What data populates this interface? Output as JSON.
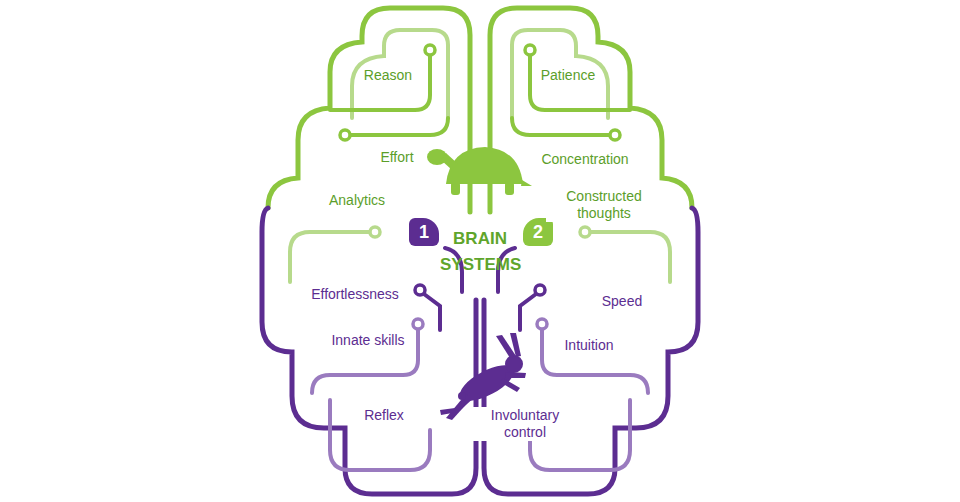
{
  "diagram": {
    "title": "BRAIN SYSTEMS",
    "nodes": [
      {
        "text": [
          "1"
        ]
      },
      {
        "text": [
          "2"
        ]
      }
    ],
    "labels": [
      "Reason",
      "Patience",
      "Effort",
      "Concentration",
      "Analytics",
      "Constructed thoughts",
      "Effortlessness",
      "Speed",
      "Innate skills",
      "Intuition",
      "Reflex",
      "Involuntary control"
    ]
  }
}
